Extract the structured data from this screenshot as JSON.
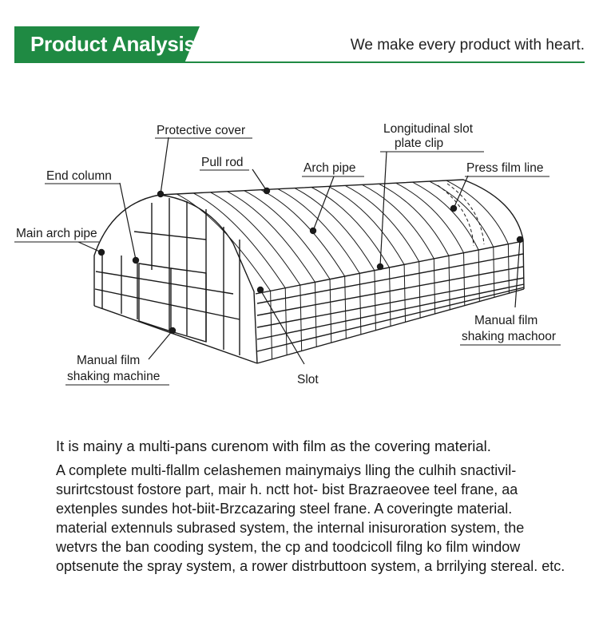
{
  "header": {
    "title": "Product Analysis",
    "tagline": "We make every product with heart.",
    "accent_color": "#1f8a43"
  },
  "diagram": {
    "labels": {
      "protective_cover": "Protective cover",
      "pull_rod": "Pull rod",
      "end_column": "End column",
      "main_arch_pipe": "Main arch pipe",
      "arch_pipe": "Arch pipe",
      "slot_clip_line1": "Longitudinal slot",
      "slot_clip_line2": "plate clip",
      "press_film_line": "Press film line",
      "manual_right_line1": "Manual film",
      "manual_right_line2": "shaking machoor",
      "manual_left_line1": "Manual film",
      "manual_left_line2": "shaking machine",
      "slot": "Slot"
    }
  },
  "description": {
    "lead": "It is mainy a multi-pans curenom with film as the covering material.",
    "body": "A complete multi-flallm celashemen mainymaiys lling the culhih snactivil-surirtcstoust fostore part, mair h. nctt hot- bist Brazraeovee teel frane, aa extenples sundes hot-biit-Brzcazaring steel frane. A coveringte material. material extennuls subrased system, the internal inisuroration system, the wetvrs the ban cooding system, the cp and toodcicoll filng ko film window optsenute the spray system, a rower distrbuttoon system, a brrilying stereal. etc."
  }
}
